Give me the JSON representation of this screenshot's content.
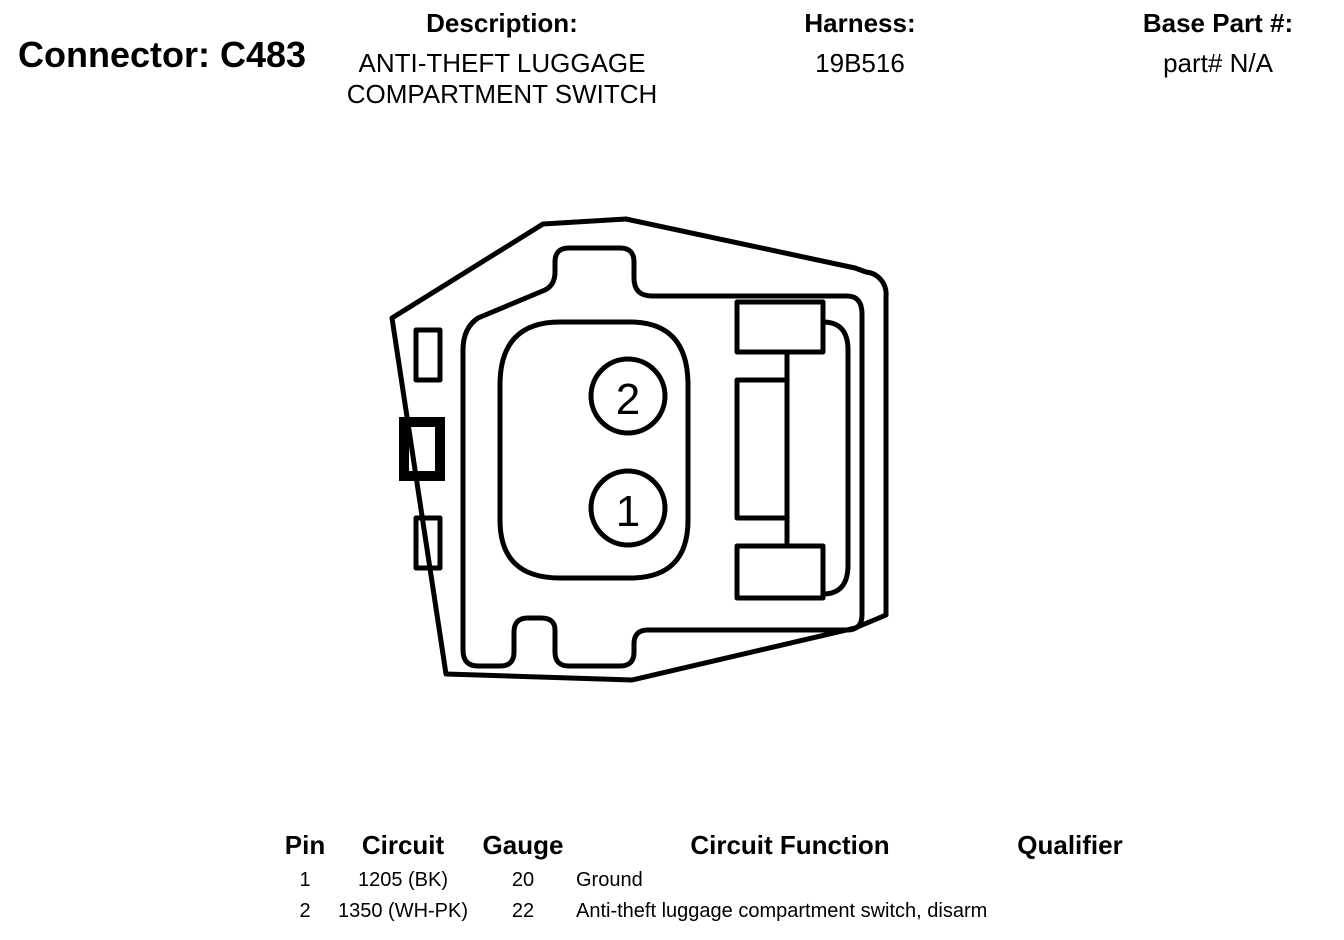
{
  "connector": {
    "title": "Connector: C483"
  },
  "description": {
    "label": "Description:",
    "line1": "ANTI-THEFT LUGGAGE",
    "line2": "COMPARTMENT SWITCH"
  },
  "harness": {
    "label": "Harness:",
    "value": "19B516"
  },
  "base_part": {
    "label": "Base Part #:",
    "value": "part# N/A"
  },
  "diagram": {
    "pin_labels": [
      "2",
      "1"
    ]
  },
  "table": {
    "headers": {
      "pin": "Pin",
      "circuit": "Circuit",
      "gauge": "Gauge",
      "function": "Circuit Function",
      "qualifier": "Qualifier"
    },
    "rows": [
      {
        "pin": "1",
        "circuit": "1205 (BK)",
        "gauge": "20",
        "function": "Ground",
        "qualifier": ""
      },
      {
        "pin": "2",
        "circuit": "1350 (WH-PK)",
        "gauge": "22",
        "function": "Anti-theft luggage compartment switch, disarm",
        "qualifier": ""
      }
    ]
  }
}
